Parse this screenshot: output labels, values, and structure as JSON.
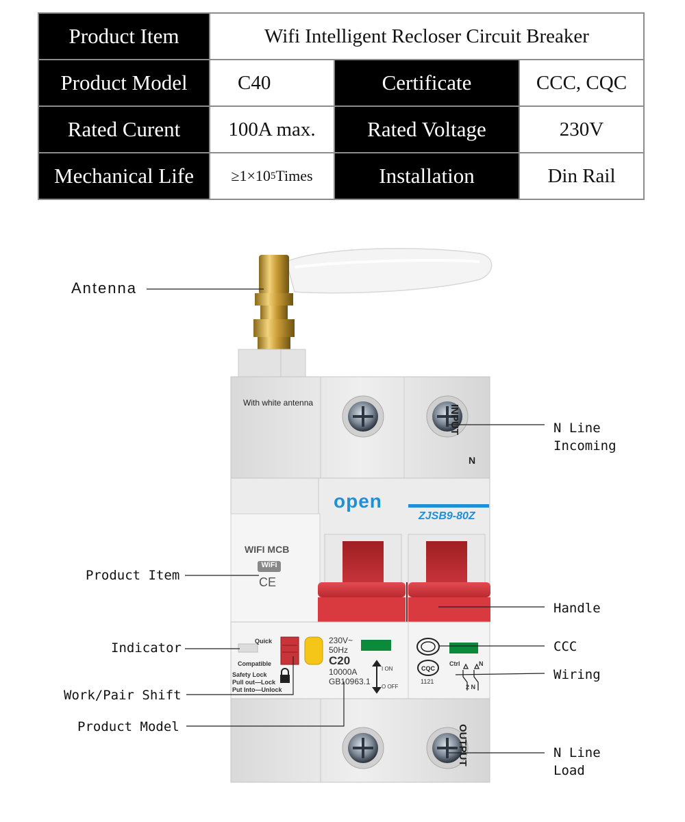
{
  "spec_table": {
    "row1": {
      "label": "Product Item",
      "value": "Wifi Intelligent Recloser Circuit Breaker"
    },
    "row2": {
      "label": "Product Model",
      "value": "C40",
      "label2": "Certificate",
      "value2": "CCC, CQC"
    },
    "row3": {
      "label": "Rated Curent",
      "value": "100A max.",
      "label2": "Rated Voltage",
      "value2": "230V"
    },
    "row4": {
      "label": "Mechanical Life",
      "value_prefix": "≥1×10",
      "value_exp": "5",
      "value_suffix": " Times",
      "label2": "Installation",
      "value2": "Din Rail"
    }
  },
  "device": {
    "brand": "open",
    "model_code": "ZJSB9-80Z",
    "antenna_note": "With white antenna",
    "input_label": "INPUT",
    "output_label": "OUTPUT",
    "n_label": "N",
    "wifi_title": "WIFI MCB",
    "wifi_badge": "WiFi",
    "ce_mark": "CE",
    "quick": "Quick",
    "compatible": "Compatible",
    "safety_lock": "Safety Lock",
    "pull_out": "Pull out—Lock",
    "put_into": "Put Into—Unlock",
    "voltage": "230V~",
    "freq": "50Hz",
    "rating": "C20",
    "breaking": "10000A",
    "standard": "GB10963.1",
    "on": "I ON",
    "off": "O OFF",
    "cqc_num": "1121",
    "wiring_text": "Ctrl",
    "wiring_n": "N",
    "wiring_bottom": "2 N"
  },
  "callouts": {
    "antenna": "Antenna",
    "n_line_incoming": "N Line\nIncoming",
    "product_item": "Product Item",
    "handle": "Handle",
    "indicator": "Indicator",
    "ccc": "CCC",
    "wiring": "Wiring",
    "work_pair_shift": "Work/Pair Shift",
    "product_model": "Product Model",
    "n_line_load": "N Line\nLoad"
  },
  "colors": {
    "handle_red": "#c0392b",
    "brand_blue": "#1f8fd6",
    "indicator_green": "#0a8a3a",
    "button_yellow": "#f5c518",
    "body_gray": "#e6e6e6"
  }
}
